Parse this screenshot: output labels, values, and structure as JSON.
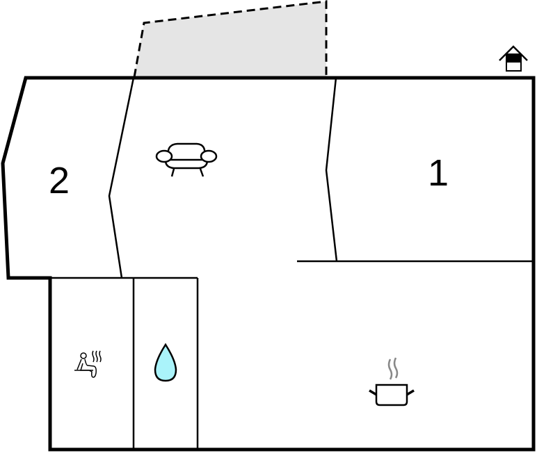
{
  "floorplan": {
    "rooms": [
      {
        "id": "bedroom-1",
        "label": "1",
        "type": "bedroom"
      },
      {
        "id": "bedroom-2",
        "label": "2",
        "type": "bedroom"
      },
      {
        "id": "living-room",
        "type": "living",
        "icon": "sofa-icon"
      },
      {
        "id": "sauna",
        "type": "sauna",
        "icon": "sauna-icon"
      },
      {
        "id": "bathroom",
        "type": "bathroom",
        "icon": "water-drop-icon"
      },
      {
        "id": "kitchen",
        "type": "kitchen",
        "icon": "cooking-pot-icon"
      },
      {
        "id": "terrace",
        "type": "outdoor-area",
        "style": "dashed"
      }
    ],
    "entrance": {
      "icon": "house-entrance-icon"
    },
    "colors": {
      "wall": "#000000",
      "terrace_fill": "#e5e5e5",
      "water_fill": "#aaf3fa",
      "steam": "#888888",
      "background": "#ffffff"
    }
  }
}
